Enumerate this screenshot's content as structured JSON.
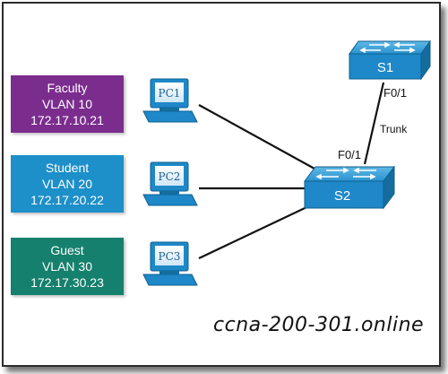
{
  "hosts": [
    {
      "vlan_name": "Faculty",
      "vlan_id": "VLAN 10",
      "ip": "172.17.10.21",
      "pc_label": "PC1",
      "color": "#7b2d8e"
    },
    {
      "vlan_name": "Student",
      "vlan_id": "VLAN 20",
      "ip": "172.17.20.22",
      "pc_label": "PC2",
      "color": "#1d8fc9"
    },
    {
      "vlan_name": "Guest",
      "vlan_id": "VLAN 30",
      "ip": "172.17.30.23",
      "pc_label": "PC3",
      "color": "#15806d"
    }
  ],
  "switches": {
    "s1": {
      "label": "S1",
      "port": "F0/1"
    },
    "s2": {
      "label": "S2",
      "port": "F0/1"
    }
  },
  "trunk_label": "Trunk",
  "watermark": "ccna-200-301.online",
  "colors": {
    "switch": "#1e88c8",
    "pc": "#1e88c8",
    "link": "#111111"
  }
}
